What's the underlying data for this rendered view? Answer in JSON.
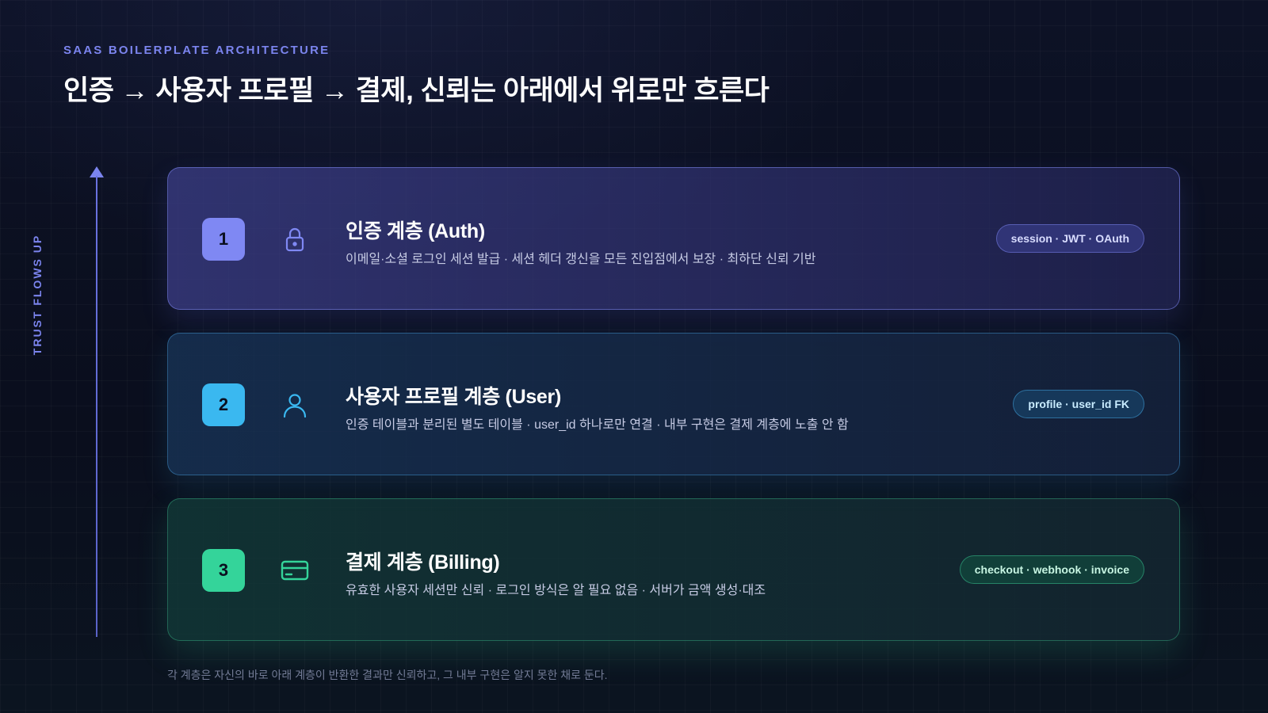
{
  "header": {
    "eyebrow": "SAAS BOILERPLATE ARCHITECTURE",
    "title": "인증 → 사용자 프로필 → 결제, 신뢰는 아래에서 위로만 흐른다"
  },
  "axis": {
    "label": "TRUST FLOWS UP"
  },
  "layers": [
    {
      "number": "1",
      "icon": "lock-icon",
      "title": "인증 계층 (Auth)",
      "description": "이메일·소셜 로그인 세션 발급 · 세션 헤더 갱신을 모든 진입점에서 보장 · 최하단 신뢰 기반",
      "tag": "session · JWT · OAuth",
      "accent": "#7f88f3"
    },
    {
      "number": "2",
      "icon": "user-icon",
      "title": "사용자 프로필 계층 (User)",
      "description": "인증 테이블과 분리된 별도 테이블 · user_id 하나로만 연결 · 내부 구현은 결제 계층에 노출 안 함",
      "tag": "profile · user_id FK",
      "accent": "#3ab8f0"
    },
    {
      "number": "3",
      "icon": "credit-card-icon",
      "title": "결제 계층 (Billing)",
      "description": "유효한 사용자 세션만 신뢰 · 로그인 방식은 알 필요 없음 · 서버가 금액 생성·대조",
      "tag": "checkout · webhook · invoice",
      "accent": "#34d49a"
    }
  ],
  "footnote": "각 계층은 자신의 바로 아래 계층이 반환한 결과만 신뢰하고, 그 내부 구현은 알지 못한 채로 둔다."
}
